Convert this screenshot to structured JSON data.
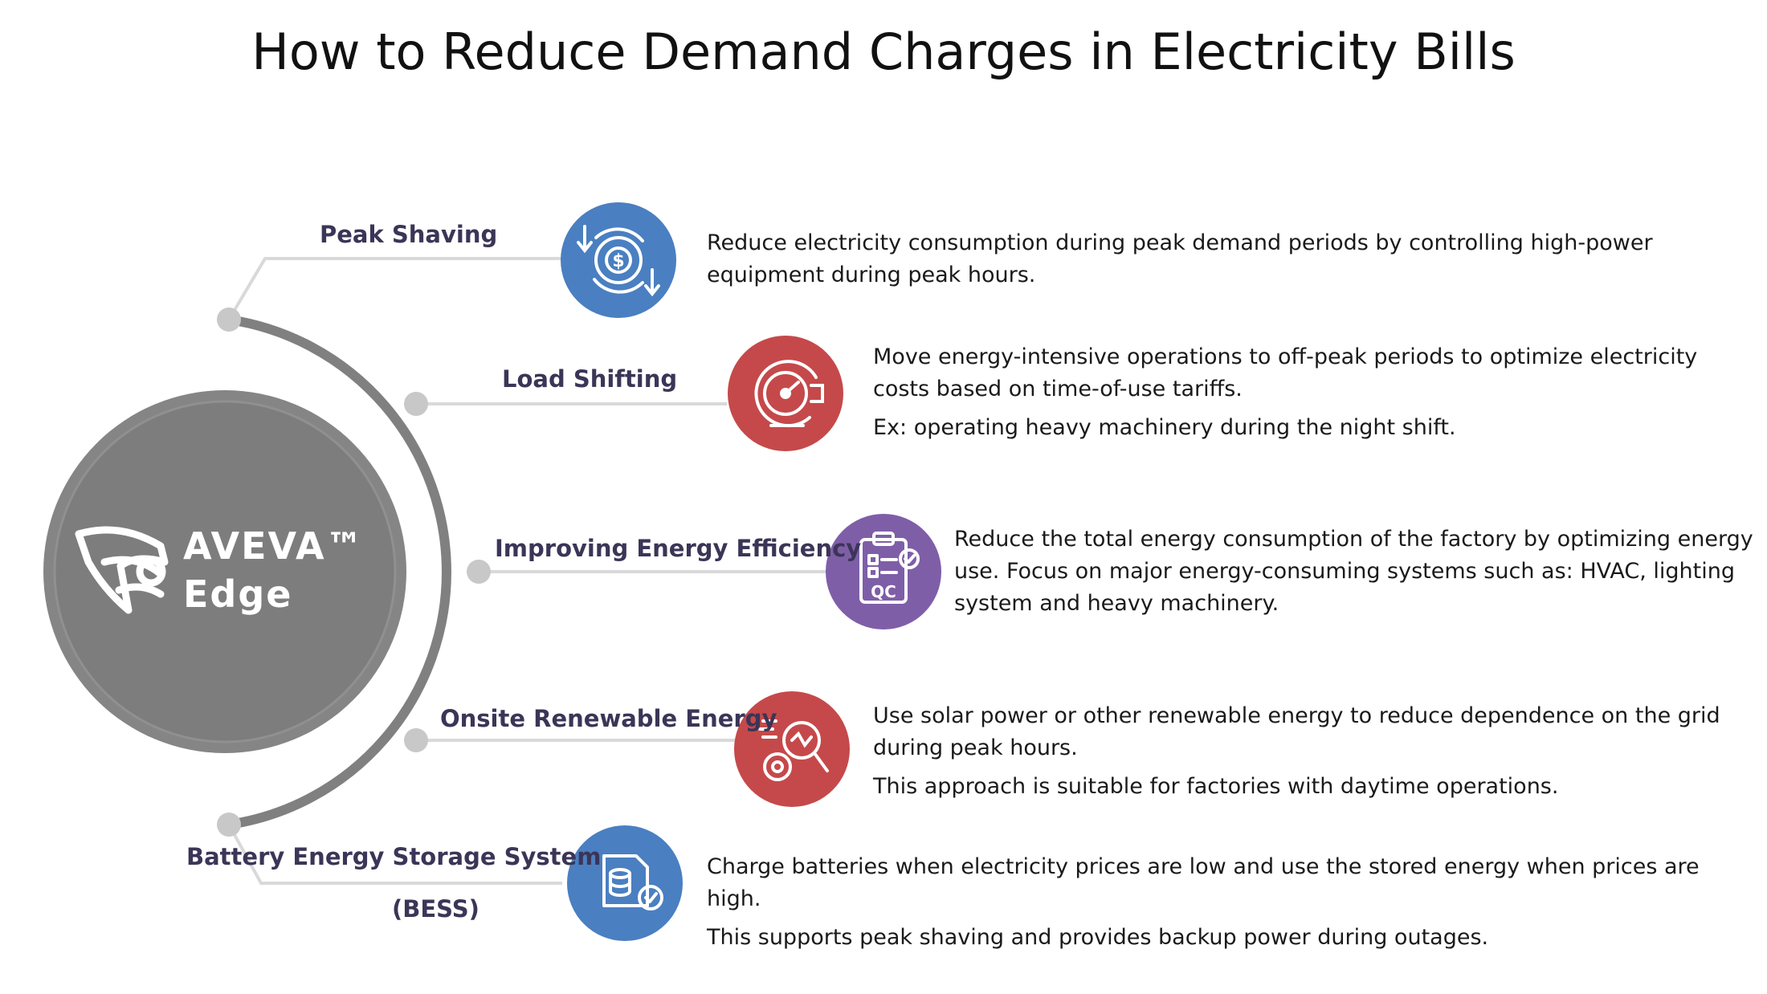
{
  "title": "How to Reduce Demand Charges in Electricity Bills",
  "brand": {
    "line1": "AVEVA™",
    "line2": "Edge"
  },
  "colors": {
    "blue": "#4a7fc1",
    "red": "#c5494a",
    "purple": "#7f5ea8",
    "gray_hub": "#858585",
    "arc": "#808080",
    "line": "#d9d9d9",
    "node": "#c8c8c8",
    "label": "#3b3557"
  },
  "items": [
    {
      "label": "Peak Shaving",
      "icon": "dollar-gear-icon",
      "color": "#4a7fc1",
      "description": "Reduce electricity consumption during peak demand periods by controlling high-power equipment during peak hours.",
      "extra": ""
    },
    {
      "label": "Load Shifting",
      "icon": "gauge-gear-icon",
      "color": "#c5494a",
      "description": "Move energy-intensive operations to off-peak periods to optimize electricity costs based on time-of-use tariffs.",
      "extra": "Ex: operating heavy machinery during the night shift."
    },
    {
      "label": "Improving Energy Efficiency",
      "icon": "qc-clipboard-icon",
      "color": "#7f5ea8",
      "description": "Reduce the total energy consumption of the factory by optimizing energy use. Focus on major energy-consuming systems such as: HVAC, lighting system and heavy machinery.",
      "extra": ""
    },
    {
      "label": "Onsite Renewable Energy",
      "icon": "gear-magnifier-icon",
      "color": "#c5494a",
      "description": "Use solar power or other renewable energy to reduce dependence on the grid during peak hours.",
      "extra": "This approach is suitable for factories with daytime operations."
    },
    {
      "label": "Battery Energy Storage System",
      "label2": "(BESS)",
      "icon": "database-document-icon",
      "color": "#4a7fc1",
      "description": "Charge batteries when electricity prices are low and use the stored energy when prices are high.",
      "extra": "This supports peak shaving and provides backup power during outages."
    }
  ]
}
